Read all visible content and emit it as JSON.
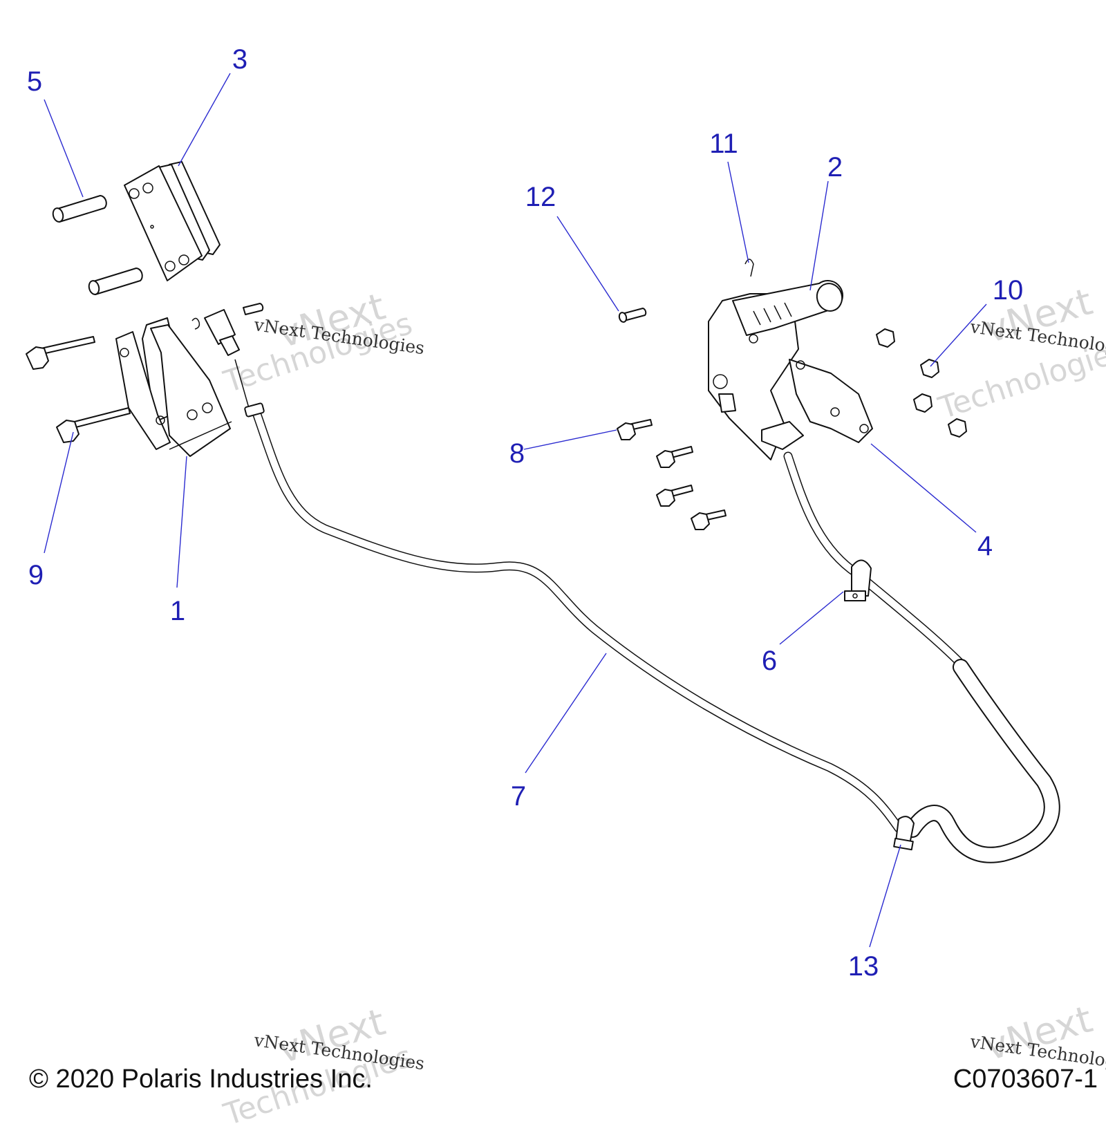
{
  "callouts": [
    "1",
    "2",
    "3",
    "4",
    "5",
    "6",
    "7",
    "8",
    "9",
    "10",
    "11",
    "12",
    "13"
  ],
  "footer": {
    "copyright": "© 2020 Polaris Industries Inc.",
    "diagram_id": "C0703607-1"
  },
  "watermark": {
    "line": "vNext Technologies",
    "word1": "vNext",
    "word2": "Technologies"
  }
}
